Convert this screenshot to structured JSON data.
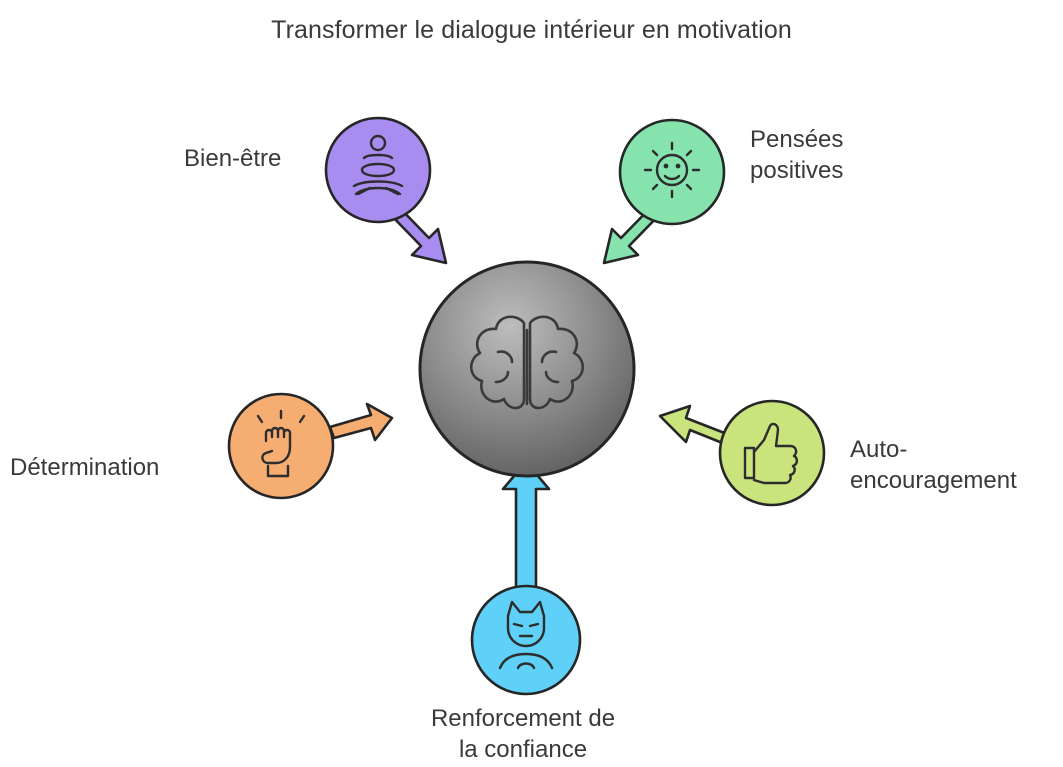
{
  "title": "Transformer le dialogue intérieur en motivation",
  "center": {
    "icon": "brain-icon",
    "color": "#7d7d7d"
  },
  "nodes": [
    {
      "id": "bien-etre",
      "lines": [
        "Bien-être"
      ],
      "color": "#a98cf0",
      "icon": "meditation-icon"
    },
    {
      "id": "pensees-positives",
      "lines": [
        "Pensées",
        "positives"
      ],
      "color": "#86e3ad",
      "icon": "sun-smile-icon"
    },
    {
      "id": "determination",
      "lines": [
        "Détermination"
      ],
      "color": "#f6ad72",
      "icon": "raised-fist-icon"
    },
    {
      "id": "auto-encouragement",
      "lines": [
        "Auto-",
        "encouragement"
      ],
      "color": "#c9e47d",
      "icon": "thumbs-up-icon"
    },
    {
      "id": "renforcement-confiance",
      "lines": [
        "Renforcement de",
        "la confiance"
      ],
      "color": "#5fd0f7",
      "icon": "superhero-icon"
    }
  ]
}
